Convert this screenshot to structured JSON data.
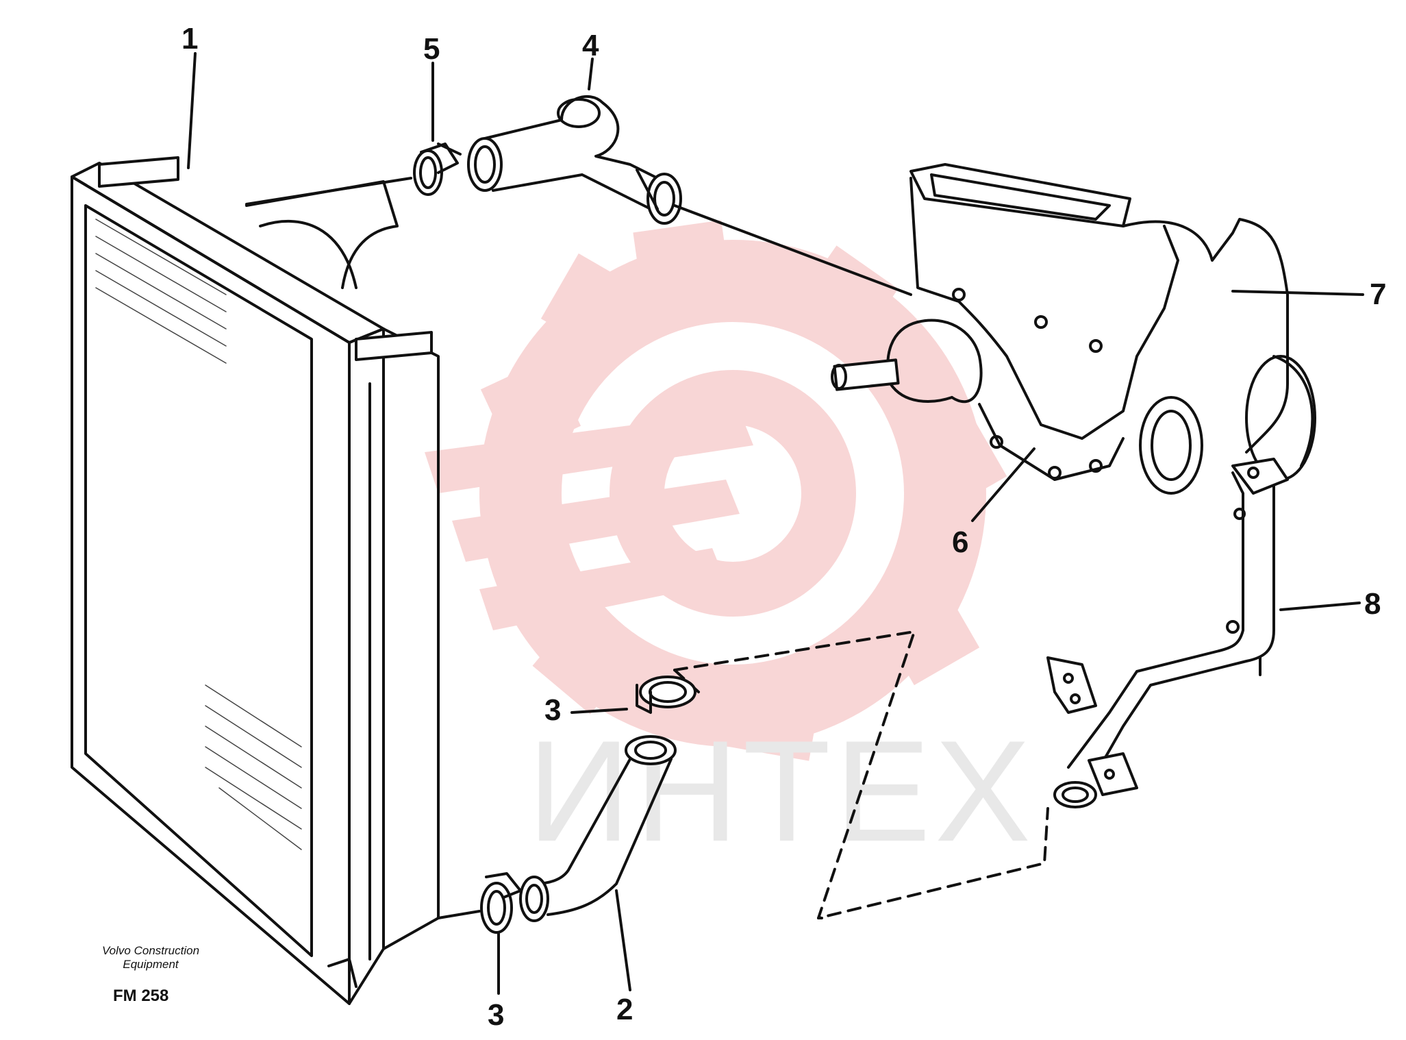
{
  "callouts": [
    {
      "id": "1",
      "label": "1"
    },
    {
      "id": "2",
      "label": "2"
    },
    {
      "id": "3a",
      "label": "3"
    },
    {
      "id": "3b",
      "label": "3"
    },
    {
      "id": "4",
      "label": "4"
    },
    {
      "id": "5",
      "label": "5"
    },
    {
      "id": "6",
      "label": "6"
    },
    {
      "id": "7",
      "label": "7"
    },
    {
      "id": "8",
      "label": "8"
    }
  ],
  "caption": {
    "brand_line1": "Volvo Construction",
    "brand_line2": "Equipment",
    "code": "FM 258"
  },
  "watermark": {
    "text": "ИНТЕХ",
    "logo_color": "#f4c0c0"
  }
}
